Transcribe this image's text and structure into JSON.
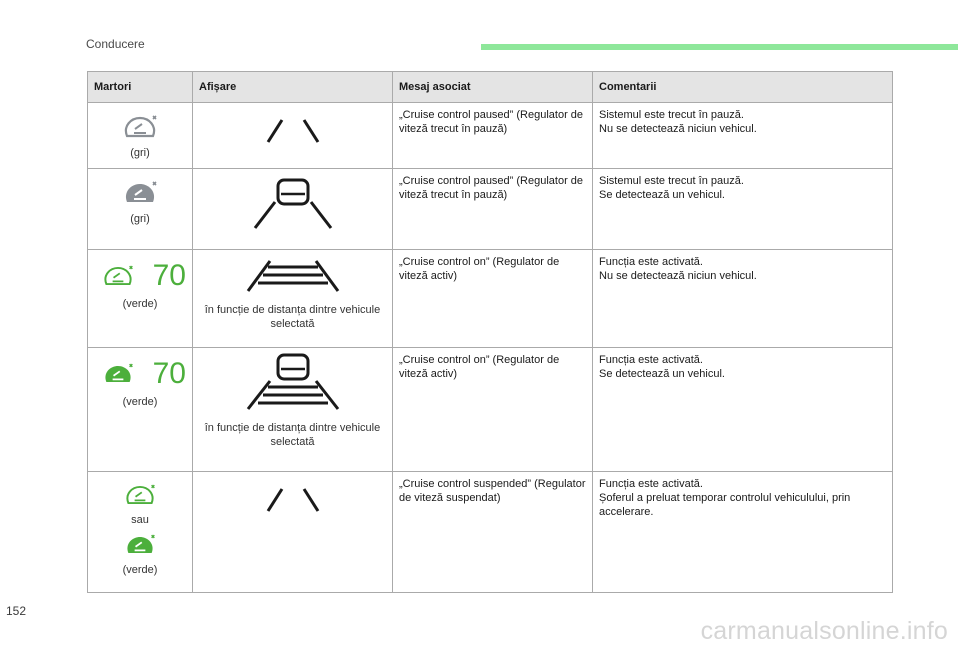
{
  "page": {
    "section": "Conducere",
    "number": "152",
    "watermark": "carmanualsonline.info"
  },
  "colors": {
    "accent": "#8ee79a",
    "gray_icon": "#8a8f95",
    "green_icon": "#4caf3c",
    "header_bg": "#e4e4e4"
  },
  "table": {
    "headers": [
      "Martori",
      "Afișare",
      "Mesaj asociat",
      "Comentarii"
    ],
    "rows": [
      {
        "indicator_icon": "speedometer-outline-gray-icon",
        "indicator_label": "(gri)",
        "display_icon": "lane-lines-icon",
        "message": "„Cruise control paused” (Regulator de viteză trecut în pauză)",
        "comments": [
          "Sistemul este trecut în pauză.",
          "Nu se detectează niciun vehicul."
        ]
      },
      {
        "indicator_icon": "speedometer-filled-gray-icon",
        "indicator_label": "(gri)",
        "display_icon": "lane-car-icon",
        "message": "„Cruise control paused” (Regulator de viteză trecut în pauză)",
        "comments": [
          "Sistemul este trecut în pauză.",
          "Se detectează un vehicul."
        ]
      },
      {
        "indicator_icon": "speedometer-outline-green-icon",
        "indicator_speed": "70",
        "indicator_label": "(verde)",
        "display_icon": "lane-distance-bars-icon",
        "display_caption": "în funcție de distanța dintre vehicule selectată",
        "message": "„Cruise control on” (Regulator de viteză activ)",
        "comments": [
          "Funcția este activată.",
          "Nu se detectează niciun vehicul."
        ]
      },
      {
        "indicator_icon": "speedometer-filled-green-icon",
        "indicator_speed": "70",
        "indicator_label": "(verde)",
        "display_icon": "lane-car-distance-bars-icon",
        "display_caption": "în funcție de distanța dintre vehicule selectată",
        "message": "„Cruise control on” (Regulator de viteză activ)",
        "comments": [
          "Funcția este activată.",
          "Se detectează un vehicul."
        ]
      },
      {
        "indicator_icon": "speedometer-outline-green-icon",
        "indicator_or": "sau",
        "indicator_icon_2": "speedometer-filled-green-icon",
        "indicator_label": "(verde)",
        "display_icon": "lane-lines-icon",
        "message": "„Cruise control suspended” (Regulator de viteză suspendat)",
        "comments": [
          "Funcția este activată.",
          "Șoferul a preluat temporar controlul vehiculului, prin accelerare."
        ]
      }
    ]
  }
}
